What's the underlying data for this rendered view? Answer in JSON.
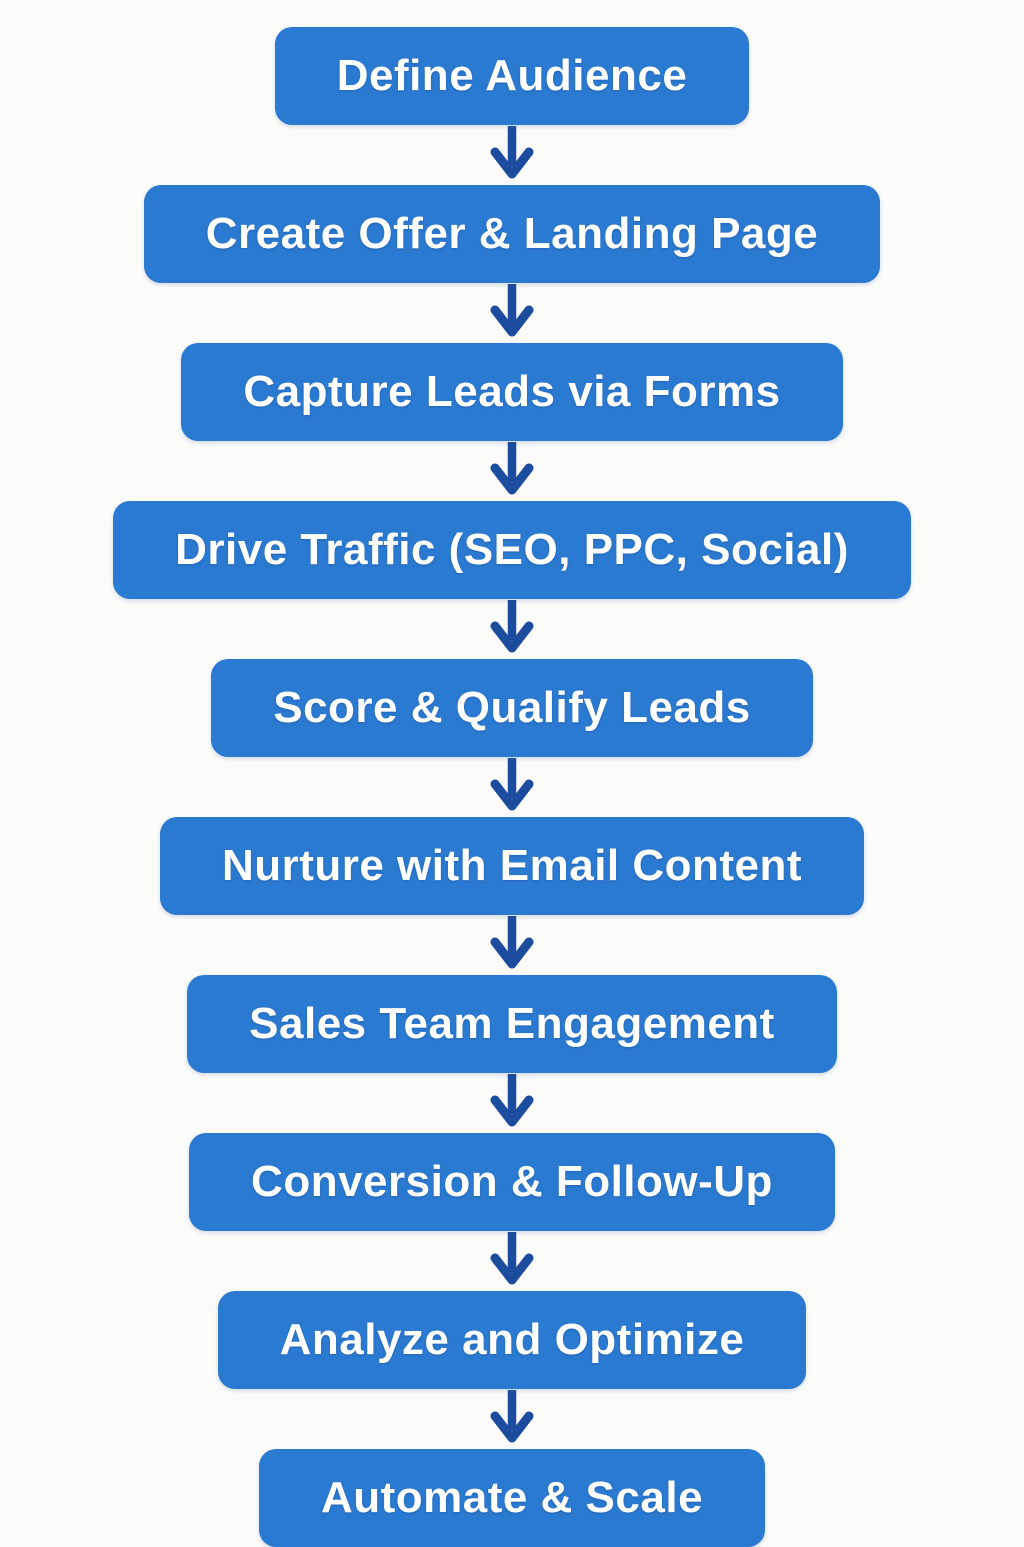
{
  "diagram": {
    "type": "flowchart",
    "direction": "top-down",
    "steps": [
      {
        "label": "Define Audience"
      },
      {
        "label": "Create Offer & Landing Page"
      },
      {
        "label": "Capture Leads via Forms"
      },
      {
        "label": "Drive Traffic (SEO, PPC, Social)"
      },
      {
        "label": "Score & Qualify Leads"
      },
      {
        "label": "Nurture with Email Content"
      },
      {
        "label": "Sales Team Engagement"
      },
      {
        "label": "Conversion & Follow-Up"
      },
      {
        "label": "Analyze and Optimize"
      },
      {
        "label": "Automate & Scale"
      }
    ],
    "colors": {
      "box_fill": "#2b7ad1",
      "box_text": "#ffffff",
      "arrow": "#1b4c9e",
      "background": "#fbfbfa"
    }
  }
}
